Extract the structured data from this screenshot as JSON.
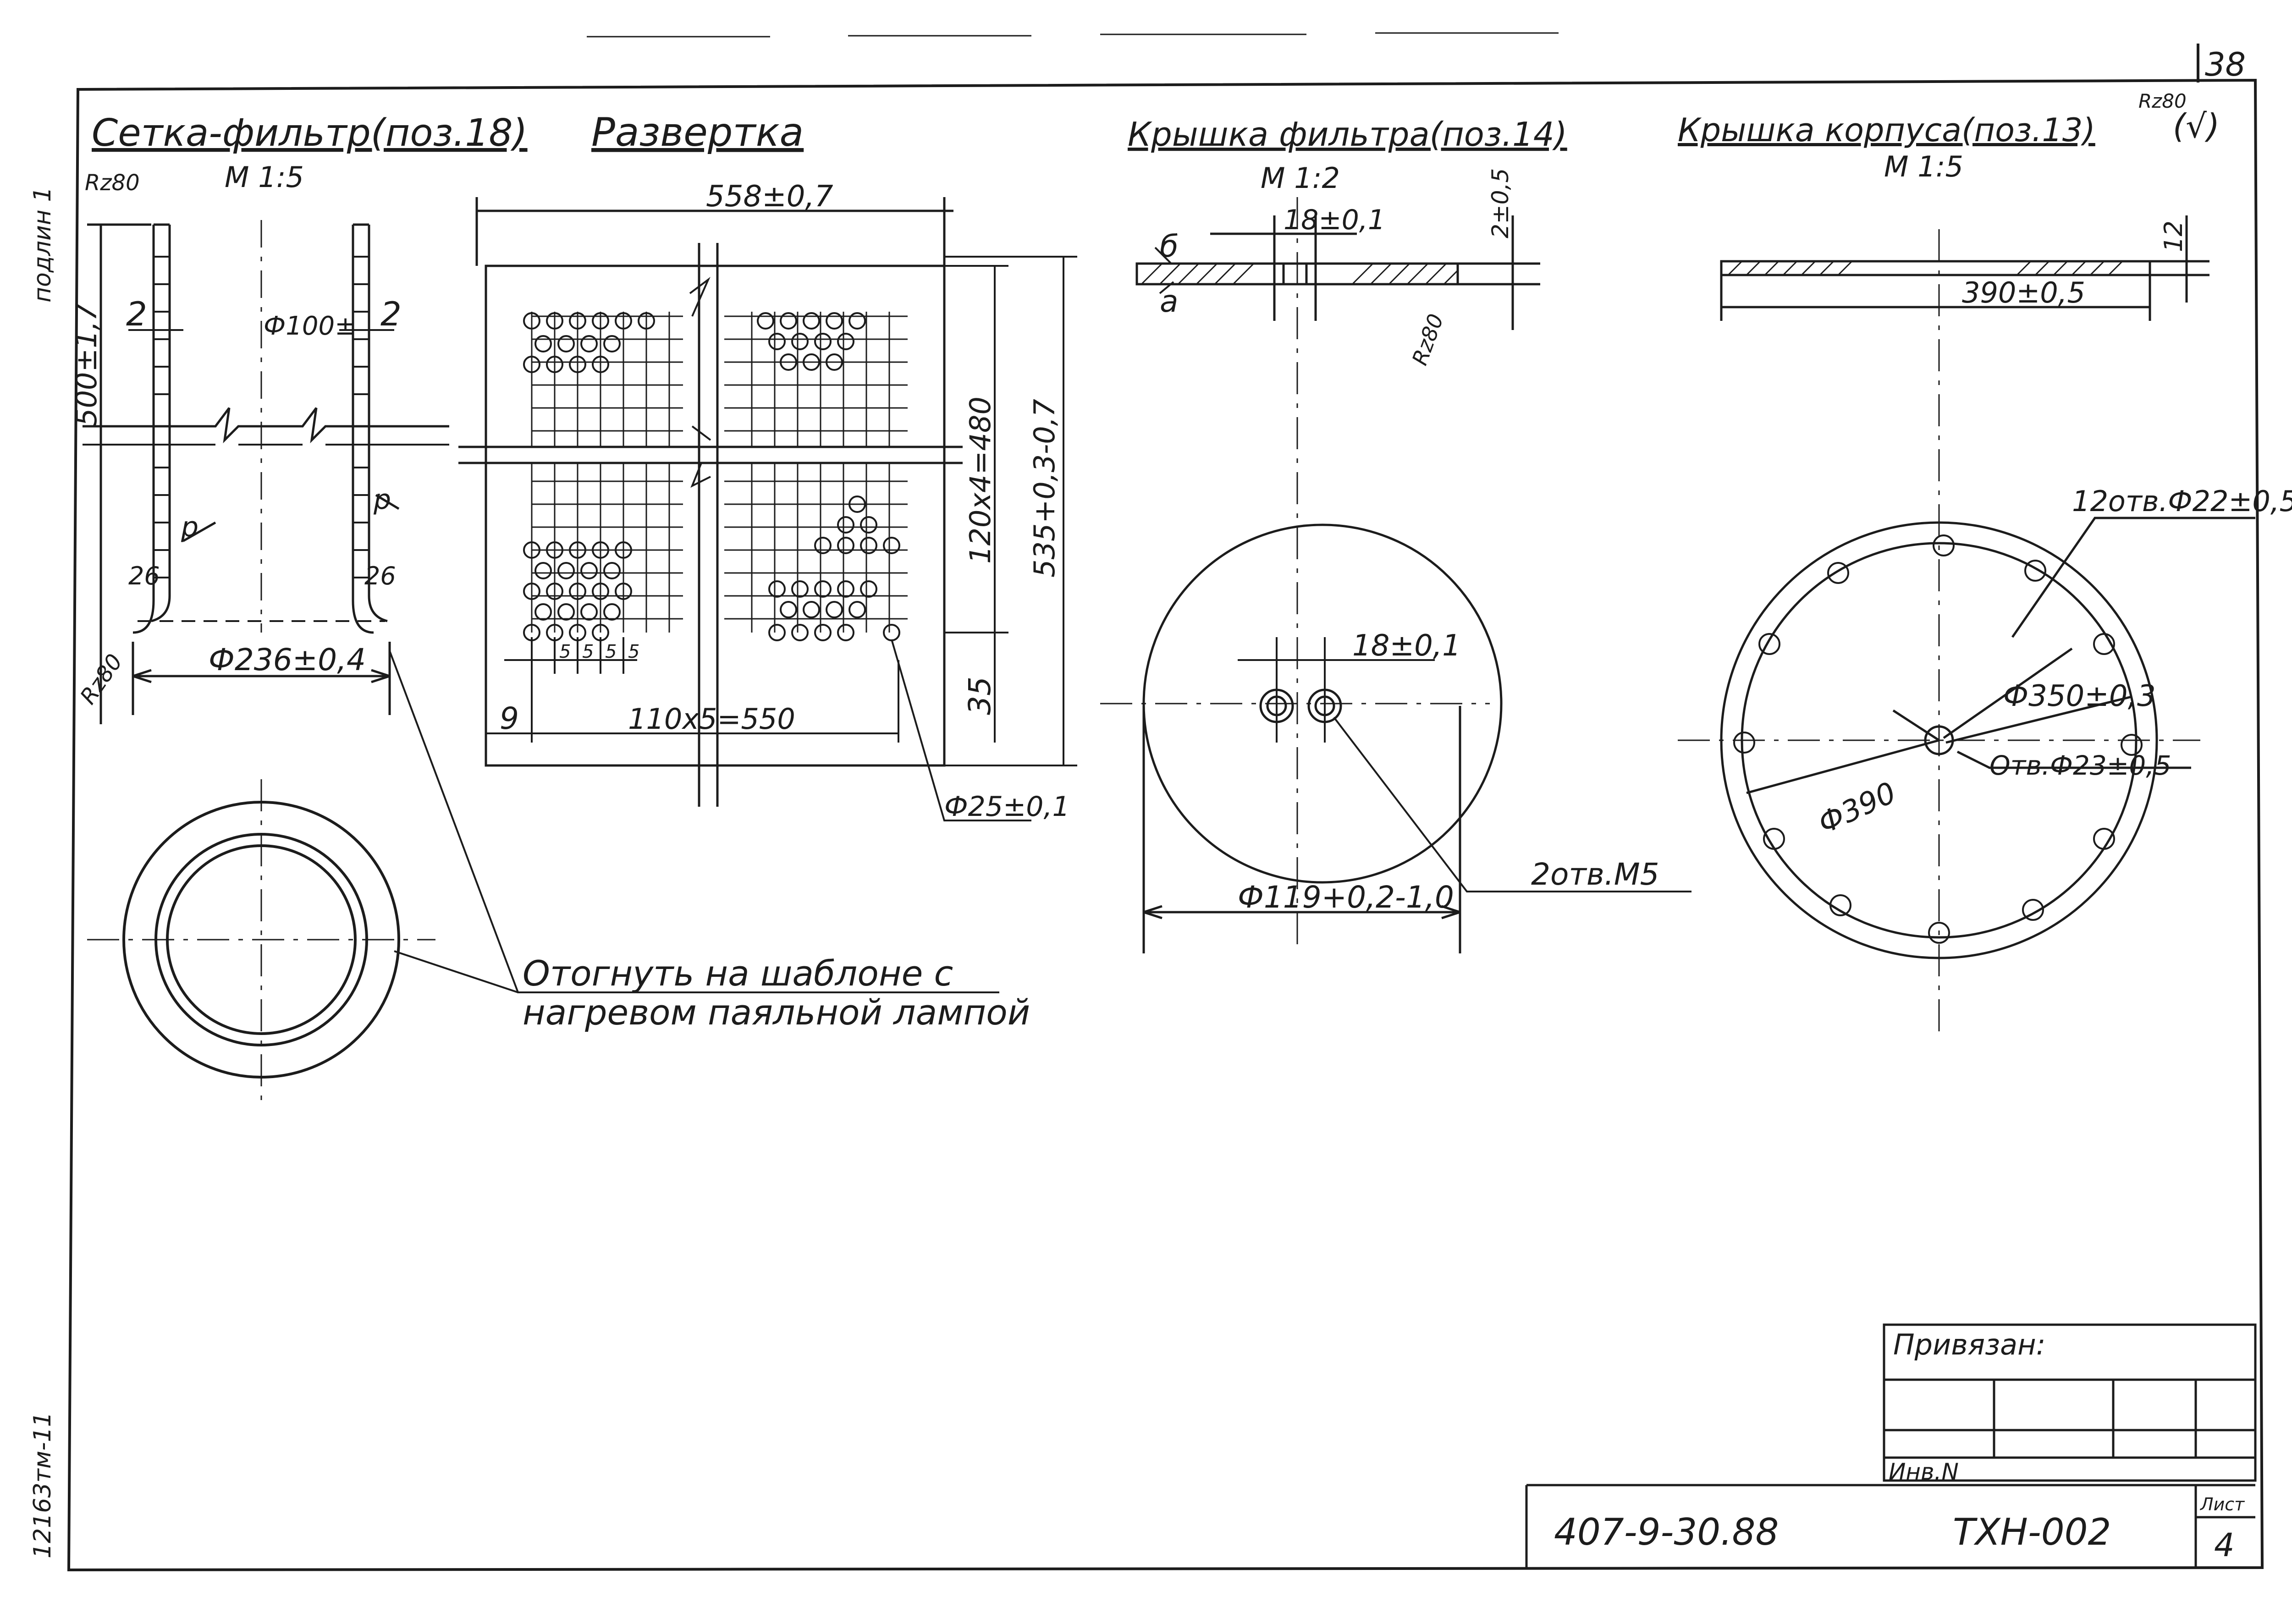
{
  "sheet": {
    "corner_number": "38",
    "left_margin_top": "подлин 1",
    "left_margin_bottom": "12163тм-11"
  },
  "views": {
    "mesh_filter": {
      "title": "Сетка-фильтр(поз.18)",
      "scale": "М 1:5",
      "roughness": "Rz80",
      "height_dim": "500±1,7",
      "wall_left": "2",
      "wall_right": "2",
      "inner_dia": "Ф100±",
      "bend_left": "26",
      "bend_right": "26",
      "outer_dia": "Ф236±0,4",
      "weld_mark": "р",
      "roughness_2": "Rz80"
    },
    "unfolding": {
      "title": "Развертка",
      "width_dim": "558±0,7",
      "holes_dim": "120х4=480",
      "height_dim": "535+0,3-0,7",
      "edge_dim": "35",
      "left_dim": "9",
      "pitch_dim": "110х5=550",
      "small_pitch": [
        "5",
        "5",
        "5",
        "5"
      ],
      "hole_dia": "Ф25±0,1"
    },
    "filter_cover": {
      "title": "Крышка фильтра(поз.14)",
      "scale": "М 1:2",
      "hole_spacing": "18±0,1",
      "thickness": "2±0,5",
      "roughness": "Rz80",
      "hole_spacing_plan": "18±0,1",
      "diameter": "Ф119+0,2-1,0",
      "holes_note": "2отв.М5",
      "mark_b": "б",
      "mark_a": "а"
    },
    "casing_cover": {
      "title": "Крышка корпуса(поз.13)",
      "scale": "М 1:5",
      "roughness": "Rz80",
      "check_mark": "(√)",
      "thickness": "12",
      "length": "390±0,5",
      "holes_ring": "12отв.Ф22±0,5",
      "bolt_circle": "Ф350±0,3",
      "center_hole": "Отв.Ф23±0,5",
      "outer_dia": "Ф390"
    }
  },
  "note": {
    "line1": "Отогнуть на шаблоне с",
    "line2": "нагревом паяльной лампой"
  },
  "title_block": {
    "linked_label": "Привязан:",
    "inv_label": "Инв.N",
    "doc_number": "407-9-30.88",
    "code": "ТХН-002",
    "sheet_label": "Лист",
    "sheet_number": "4"
  }
}
